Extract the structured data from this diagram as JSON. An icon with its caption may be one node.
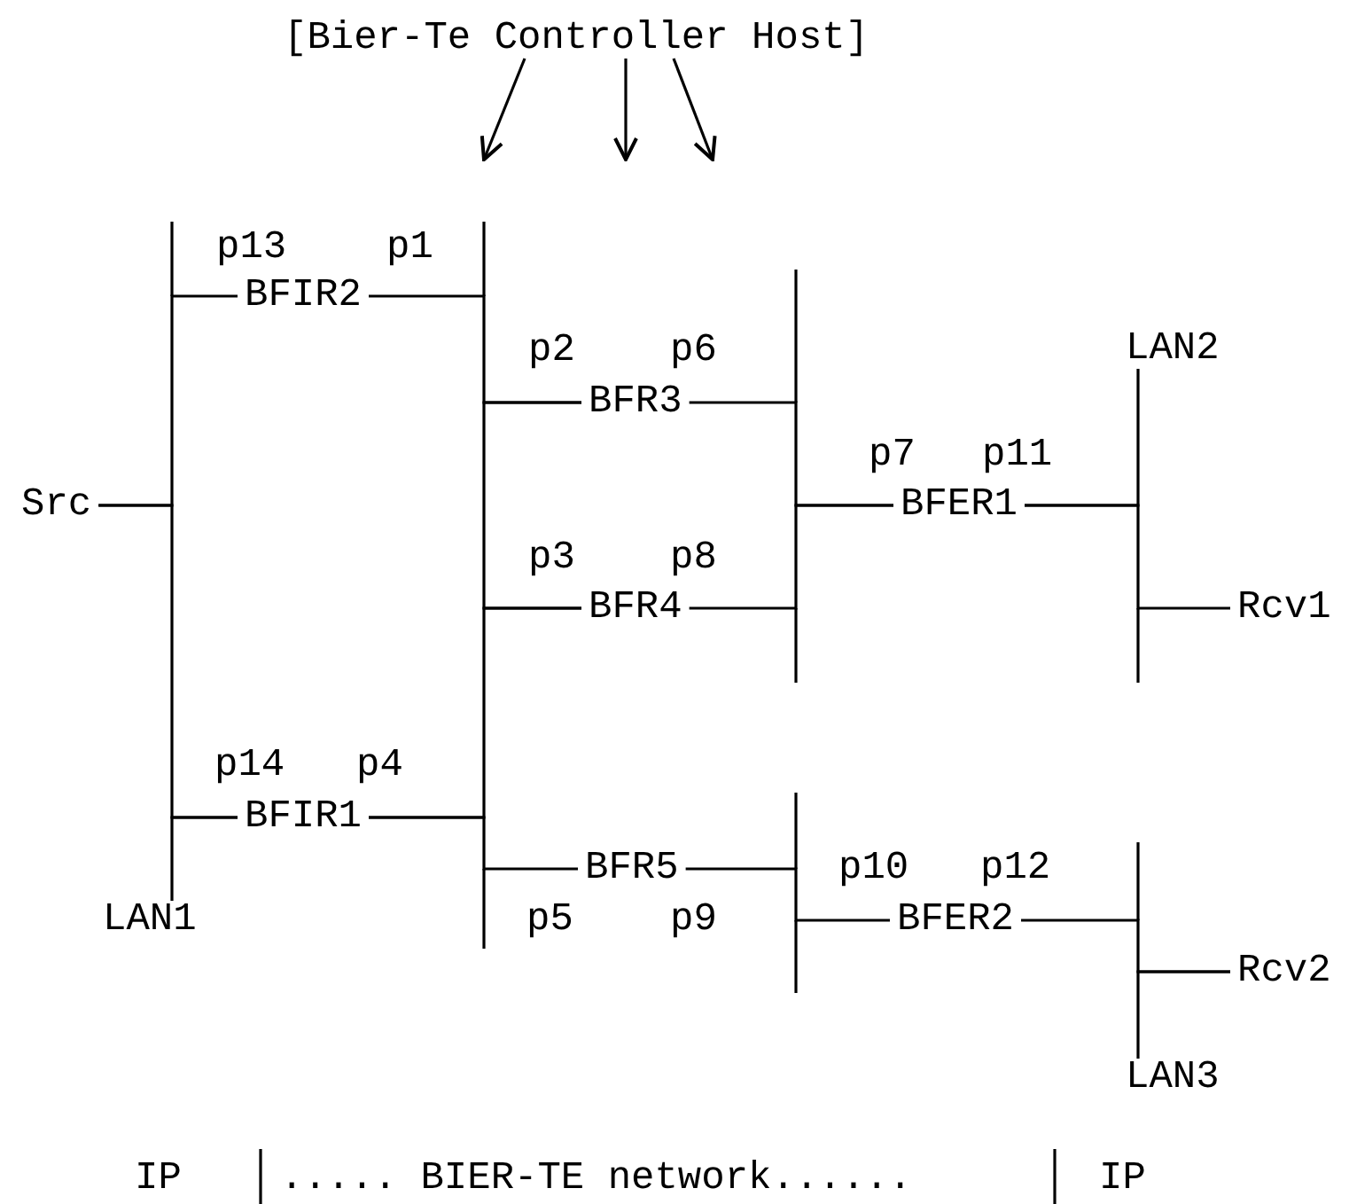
{
  "diagram": {
    "nodes": [
      {
        "text": [
          "[Bier-Te Controller Host]"
        ]
      },
      {
        "text": [
          "BFIR2"
        ],
        "beside": [
          "p13",
          "p1"
        ]
      },
      {
        "text": [
          "LAN2"
        ]
      },
      {
        "text": [
          "BFR3"
        ],
        "beside": [
          "p2",
          "p6"
        ]
      },
      {
        "text": [
          "Src"
        ]
      },
      {
        "text": [
          "BFER1"
        ],
        "beside": [
          "p7",
          "p11"
        ]
      },
      {
        "text": [
          "BFR4"
        ],
        "beside": [
          "p3",
          "p8"
        ]
      },
      {
        "text": [
          "Rcv1"
        ]
      },
      {
        "text": [
          "BFIR1"
        ],
        "beside": [
          "p14",
          "p4"
        ]
      },
      {
        "text": [
          "BFR5"
        ],
        "beside": [
          "p5",
          "p9"
        ]
      },
      {
        "text": [
          "LAN1"
        ]
      },
      {
        "text": [
          "BFER2"
        ],
        "beside": [
          "p10",
          "p12"
        ]
      },
      {
        "text": [
          "Rcv2"
        ]
      },
      {
        "text": [
          "LAN3"
        ]
      }
    ],
    "edges": [
      {
        "from": 0,
        "to": null,
        "arrow": "to"
      },
      {
        "from": 0,
        "to": null,
        "arrow": "to"
      },
      {
        "from": 0,
        "to": null,
        "arrow": "to"
      },
      {
        "from": 1,
        "to": 4,
        "arrow": "none"
      },
      {
        "from": 4,
        "to": 8,
        "arrow": "none"
      },
      {
        "from": 8,
        "to": 10,
        "arrow": "none"
      },
      {
        "from": 1,
        "to": 3,
        "arrow": "none"
      },
      {
        "from": 3,
        "to": 6,
        "arrow": "none"
      },
      {
        "from": 6,
        "to": 8,
        "arrow": "none"
      },
      {
        "from": 8,
        "to": 9,
        "arrow": "none"
      },
      {
        "from": 3,
        "to": 5,
        "arrow": "none"
      },
      {
        "from": 5,
        "to": 6,
        "arrow": "none"
      },
      {
        "from": 9,
        "to": 11,
        "arrow": "none"
      },
      {
        "from": 2,
        "to": 5,
        "arrow": "none"
      },
      {
        "from": 5,
        "to": 7,
        "arrow": "none"
      },
      {
        "from": 11,
        "to": 12,
        "arrow": "none"
      },
      {
        "from": 12,
        "to": 13,
        "arrow": "none"
      }
    ],
    "labels": [
      "IP",
      "..... BIER-TE network......",
      "IP"
    ]
  }
}
